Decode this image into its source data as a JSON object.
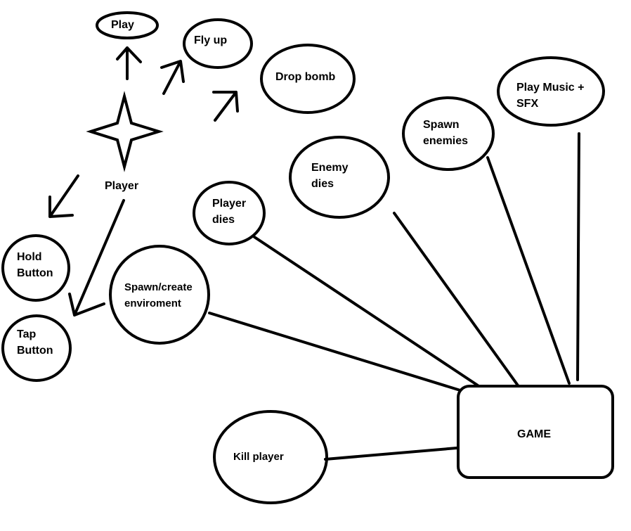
{
  "nodes": {
    "play": "Play",
    "fly_up": "Fly up",
    "drop_bomb": "Drop bomb",
    "player": "Player",
    "hold_button": "Hold\nButton",
    "tap_button": "Tap\nButton",
    "spawn_environment": "Spawn/create\nenviroment",
    "player_dies": "Player\ndies",
    "enemy_dies": "Enemy\ndies",
    "spawn_enemies": "Spawn\nenemies",
    "play_music_sfx": "Play Music +\nSFX",
    "kill_player": "Kill player",
    "game": "GAME"
  },
  "colors": {
    "stroke": "#000000",
    "background": "#ffffff"
  }
}
